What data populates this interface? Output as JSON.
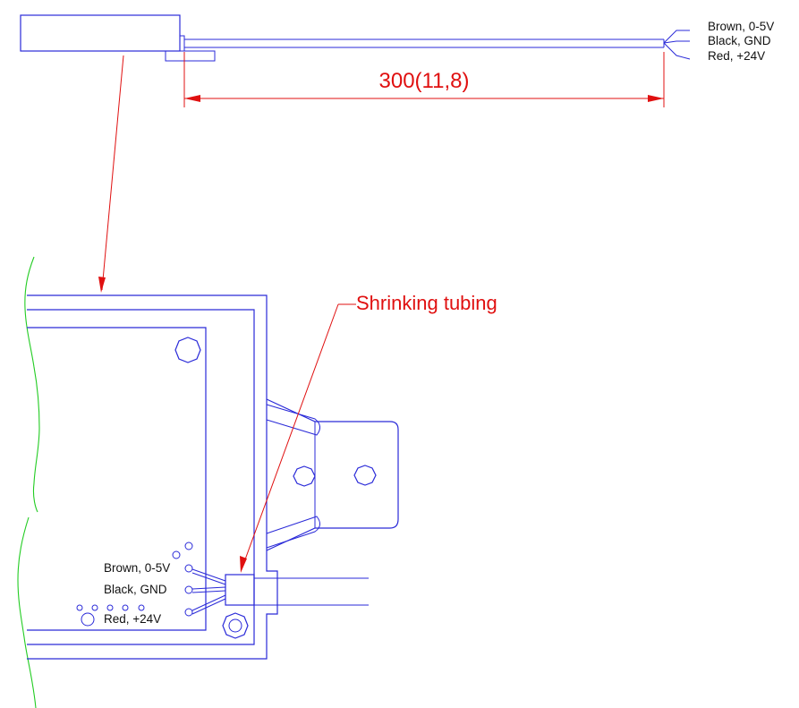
{
  "wire_labels_top": [
    "Brown, 0-5V",
    "Black, GND",
    "Red, +24V"
  ],
  "wire_labels_bottom": [
    "Brown, 0-5V",
    "Black, GND",
    "Red, +24V"
  ],
  "dimension_label": "300(11,8)",
  "callout_label": "Shrinking tubing",
  "colors": {
    "outline": "#2a2ad8",
    "dimension": "#e01010",
    "break_line": "#22cc22",
    "text": "#111111"
  }
}
